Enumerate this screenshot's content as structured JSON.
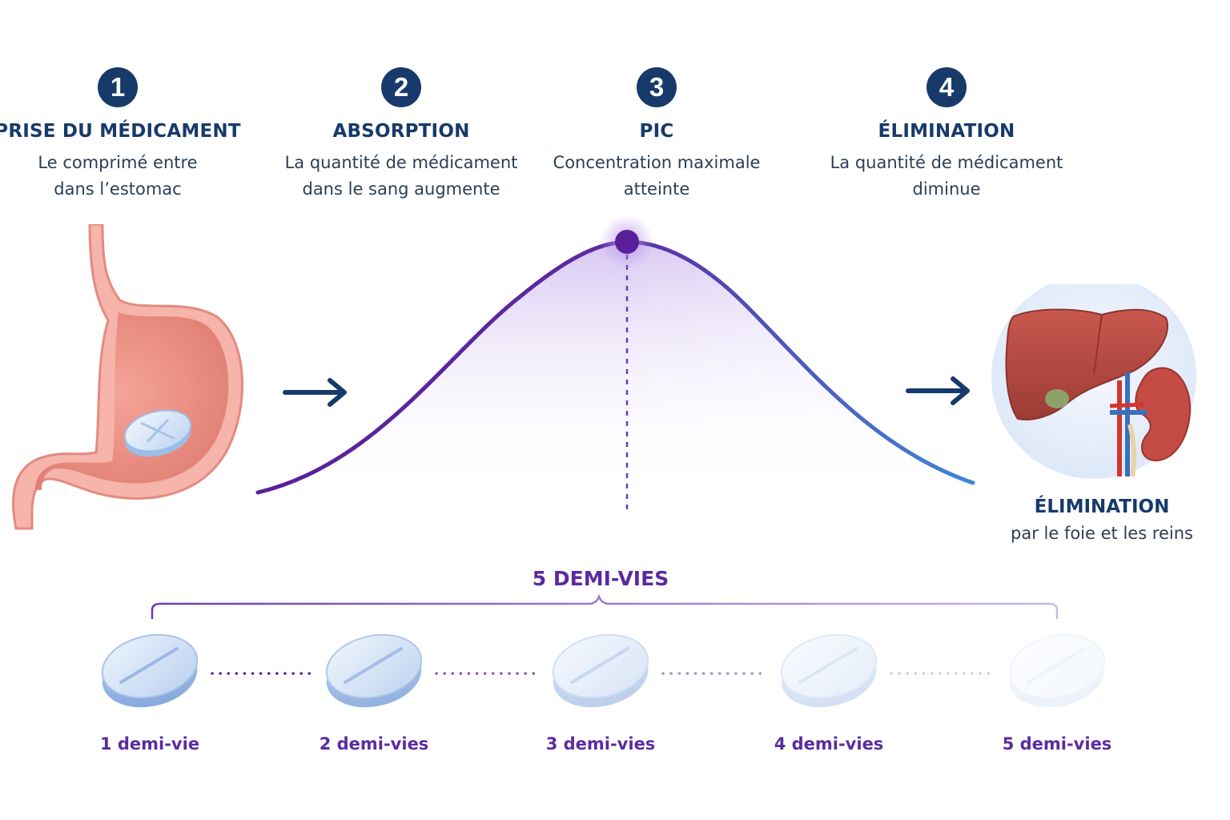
{
  "steps": [
    {
      "num": "1",
      "title": "PRISE DU MÉDICAMENT",
      "line1": "Le comprimé entre",
      "line2": "dans l’estomac"
    },
    {
      "num": "2",
      "title": "ABSORPTION",
      "line1": "La quantité de médicament",
      "line2": "dans le sang augmente"
    },
    {
      "num": "3",
      "title": "PIC",
      "line1": "Concentration maximale",
      "line2": "atteinte"
    },
    {
      "num": "4",
      "title": "ÉLIMINATION",
      "line1": "La quantité de médicament",
      "line2": "diminue"
    }
  ],
  "organs": {
    "title": "ÉLIMINATION",
    "subtitle": "par le foie et les reins"
  },
  "half_lives": {
    "title": "5 DEMI-VIES",
    "labels": [
      "1 demi-vie",
      "2 demi-vies",
      "3 demi-vies",
      "4 demi-vies",
      "5 demi-vies"
    ],
    "pill_opacity": [
      1,
      0.9,
      0.55,
      0.35,
      0.15
    ]
  },
  "colors": {
    "navy": "#173a6b",
    "purple": "#5b2ca0",
    "blue": "#3f86d6"
  },
  "icons": [
    "stomach-icon",
    "pill-icon",
    "arrow-right-icon",
    "liver-icon",
    "kidney-icon"
  ]
}
